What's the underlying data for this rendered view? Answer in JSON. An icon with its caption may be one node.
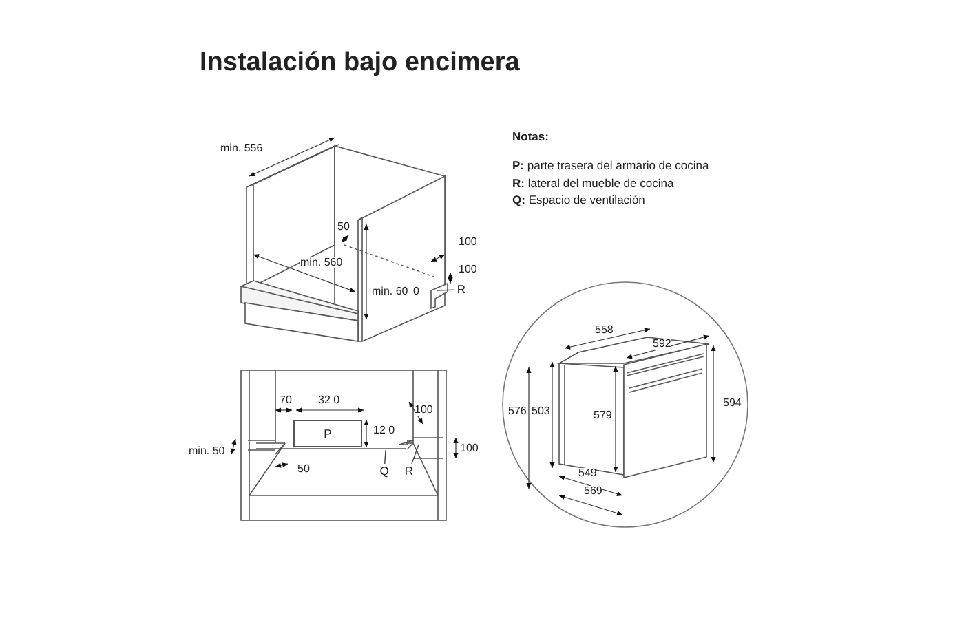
{
  "diagram": {
    "title": "Instalación bajo encimera",
    "nodes": [
      {
        "text": [
          "R"
        ]
      },
      {
        "text": [
          "P"
        ]
      },
      {
        "text": [
          "Q"
        ]
      },
      {
        "text": [
          "R"
        ]
      }
    ],
    "edges": [
      {
        "from": 0,
        "to": null,
        "arrow": "none"
      },
      {
        "from": 2,
        "to": null,
        "arrow": "none"
      },
      {
        "from": 3,
        "to": null,
        "arrow": "none"
      }
    ],
    "labels": [
      "min. 556",
      "50",
      "100",
      "100",
      "min. 560",
      "min. 60",
      "0",
      "70",
      "32 0",
      "12 0",
      "100",
      "min. 50",
      "100",
      "50",
      "558",
      "592",
      "576",
      "503",
      "579",
      "594",
      "549",
      "569",
      "Notas:",
      "**P:** parte trasera del armario de cocina",
      "**R:** lateral del mueble de cocina",
      "**Q:** Espacio de ventilación"
    ]
  }
}
